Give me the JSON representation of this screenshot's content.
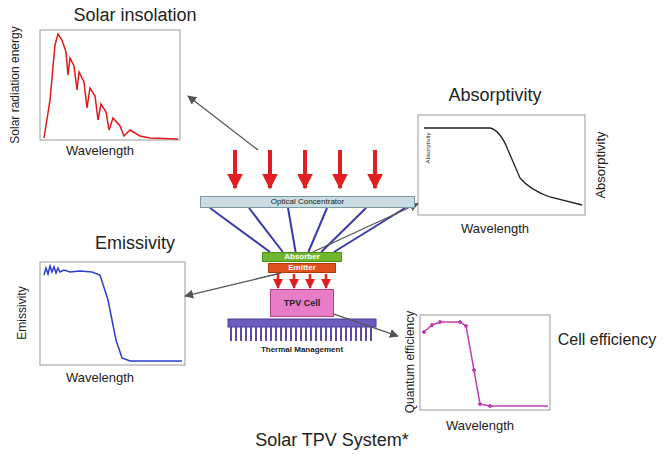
{
  "diagram": {
    "caption": "Solar TPV System*",
    "nodes": [
      {
        "text": [
          "Solar insolation",
          "Solar radiation energy",
          "Wavelength"
        ]
      },
      {
        "text": [
          "Absorptivity",
          "Absorptivity",
          "Absorptivity",
          "Wavelength"
        ]
      },
      {
        "text": [
          "Optical Concentrator"
        ]
      },
      {
        "text": [
          "Absorber"
        ]
      },
      {
        "text": [
          "Emitter"
        ]
      },
      {
        "text": [
          "Emissivity",
          "Emissivity",
          "Wavelength"
        ]
      },
      {
        "text": [
          "TPV Cell"
        ]
      },
      {
        "text": [
          "Thermal Management"
        ]
      },
      {
        "text": [
          "Cell efficiency",
          "Quantum efficiency",
          "Wavelength"
        ]
      }
    ],
    "edges": [
      {
        "from": 2,
        "to": 3,
        "arrow": "none"
      },
      {
        "from": 3,
        "to": 1,
        "arrow": "to"
      },
      {
        "from": 4,
        "to": 6,
        "arrow": "to"
      },
      {
        "from": 4,
        "to": 5,
        "arrow": "to"
      },
      {
        "from": 6,
        "to": 8,
        "arrow": "to"
      }
    ]
  }
}
